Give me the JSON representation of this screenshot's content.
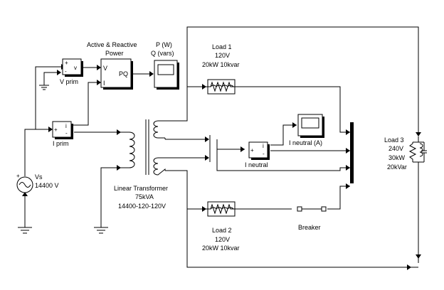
{
  "diagram": {
    "labels": {
      "v_prim": "V prim",
      "v_port": "v",
      "i_prim": "I prim",
      "i_port": "i",
      "pq_title": "Active & Reactive\nPower",
      "pq_in_v": "V",
      "pq_in_i": "I",
      "pq_out": "PQ",
      "scope_pq_title": "P (W)\nQ (vars)",
      "source_name": "Vs",
      "source_value": "14400 V",
      "transformer": "Linear Transformer\n75kVA\n14400-120-120V",
      "load1": "Load 1\n120V\n20kW 10kvar",
      "load2": "Load 2\n120V\n20kW 10kvar",
      "load3": "Load 3\n240V\n30kW\n20kVar",
      "i_neutral_meas": "I neutral",
      "i_neutral_scope": "I neutral (A)",
      "breaker": "Breaker"
    }
  }
}
